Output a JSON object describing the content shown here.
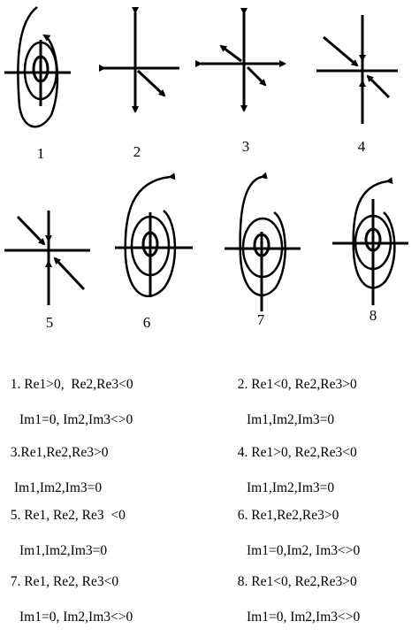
{
  "panels": [
    {
      "number": "1",
      "type": "spiral-stable"
    },
    {
      "number": "2",
      "type": "node-unstable"
    },
    {
      "number": "3",
      "type": "node-unstable"
    },
    {
      "number": "4",
      "type": "node-stable"
    },
    {
      "number": "5",
      "type": "node-stable"
    },
    {
      "number": "6",
      "type": "spiral-unstable"
    },
    {
      "number": "7",
      "type": "spiral-stable"
    },
    {
      "number": "8",
      "type": "spiral-unstable"
    }
  ],
  "conditions": [
    {
      "line1": "1. Re1>0,  Re2,Re3<0",
      "line2": "Im1=0, Im2,Im3<>0"
    },
    {
      "line1": "2. Re1<0, Re2,Re3>0",
      "line2": "Im1,Im2,Im3=0"
    },
    {
      "line1": "3.Re1,Re2,Re3>0",
      "line2": "Im1,Im2,Im3=0"
    },
    {
      "line1": "4. Re1>0, Re2,Re3<0",
      "line2": "Im1,Im2,Im3=0"
    },
    {
      "line1": "5. Re1, Re2, Re3  <0",
      "line2": "Im1,Im2,Im3=0"
    },
    {
      "line1": "6. Re1,Re2,Re3>0",
      "line2": "Im1=0,Im2, Im3<>0"
    },
    {
      "line1": "7. Re1, Re2, Re3<0",
      "line2": "Im1=0, Im2,Im3<>0"
    },
    {
      "line1": "8. Re1<0, Re2,Re3>0",
      "line2": "Im1=0, Im2,Im3<>0"
    }
  ]
}
